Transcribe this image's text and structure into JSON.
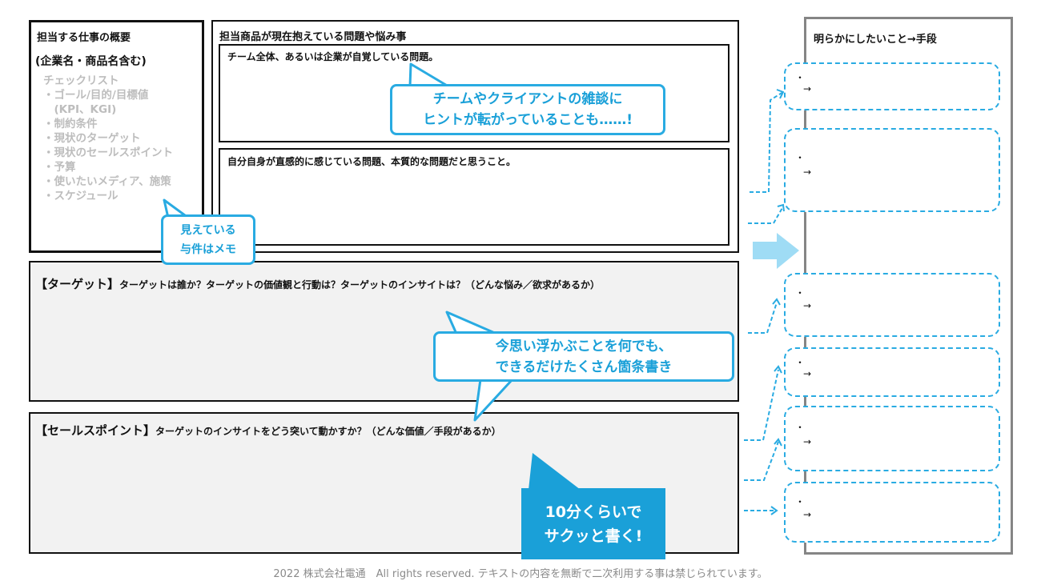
{
  "overview": {
    "title": "担当する仕事の概要",
    "subtitle": "(企業名・商品名含む)",
    "checklist": [
      "チェックリスト",
      "・ゴール/目的/目標値",
      "　(KPI、KGI)",
      "・制約条件",
      "・現状のターゲット",
      "・現状のセールスポイント",
      "・予算",
      "・使いたいメディア、施策",
      "・スケジュール"
    ]
  },
  "problems": {
    "title": "担当商品が現在抱えている問題や悩み事",
    "team": "チーム全体、あるいは企業が自覚している問題。",
    "self": "自分自身が直感的に感じている問題、本質的な問題だと思うこと。"
  },
  "target": {
    "label": "【ターゲット】",
    "question": "ターゲットは誰か？ターゲットの価値観と行動は？ターゲットのインサイトは？（どんな悩み／欲求があるか）"
  },
  "sales": {
    "label": "【セールスポイント】",
    "question": "ターゲットのインサイトをどう突いて動かすか？（どんな価値／手段があるか）"
  },
  "right": {
    "title": "明らかにしたいこと→手段",
    "items": [
      {
        "bullet": "・",
        "arrow": "→"
      },
      {
        "bullet": "・",
        "arrow": "→"
      },
      {
        "bullet": "・",
        "arrow": "→"
      },
      {
        "bullet": "・",
        "arrow": "→"
      },
      {
        "bullet": "・",
        "arrow": "→"
      },
      {
        "bullet": "・",
        "arrow": "→"
      }
    ]
  },
  "callouts": {
    "memo": [
      "見えている",
      "与件はメモ"
    ],
    "hint": [
      "チームやクライアントの雑談に",
      "ヒントが転がっていることも……!"
    ],
    "list": [
      "今思い浮かぶことを何でも、",
      "できるだけたくさん箇条書き"
    ],
    "quick": [
      "10分くらいで",
      "サクッと書く!"
    ]
  },
  "footer": "2022 株式会社電通　All rights reserved. テキストの内容を無断で二次利用する事は禁じられています。",
  "colors": {
    "accent": "#29abe2",
    "arrow": "#9fdcf5"
  }
}
